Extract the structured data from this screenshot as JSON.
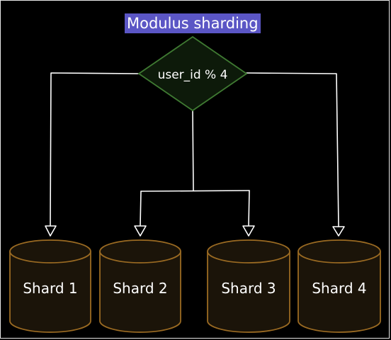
{
  "title": "Modulus sharding",
  "decision": {
    "label": "user_id % 4"
  },
  "shards": [
    {
      "label": "Shard 1"
    },
    {
      "label": "Shard 2"
    },
    {
      "label": "Shard 3"
    },
    {
      "label": "Shard 4"
    }
  ],
  "colors": {
    "background": "#000000",
    "title_highlight": "#5b56c5",
    "diamond_stroke": "#3f7a32",
    "diamond_fill": "#0d1a0a",
    "cylinder_stroke": "#9a6a22",
    "cylinder_fill": "#1b1409",
    "arrow": "#ffffff",
    "text": "#ffffff"
  }
}
